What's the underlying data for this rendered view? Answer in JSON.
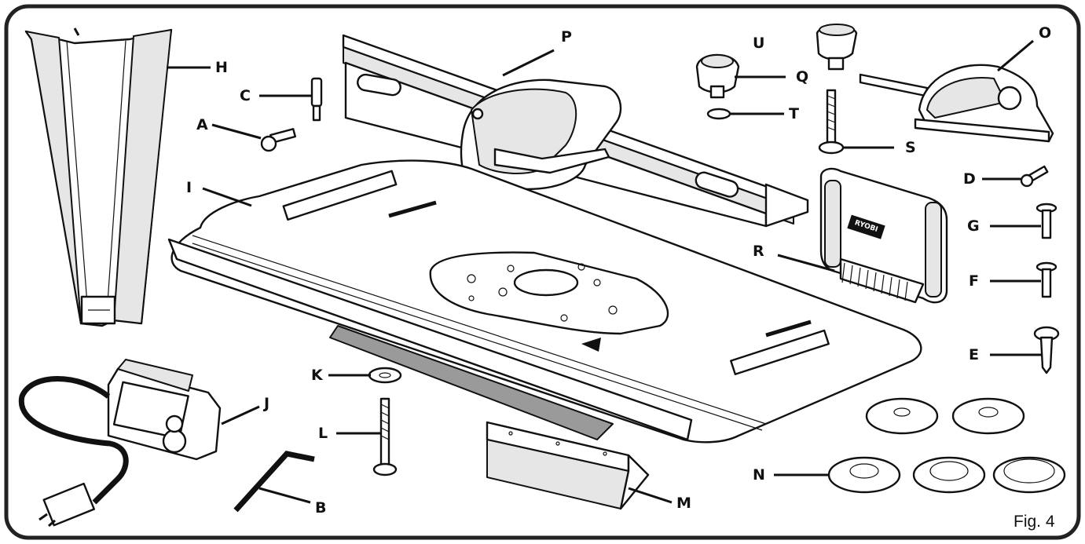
{
  "figure_caption": "Fig. 4",
  "parts": {
    "A": "A",
    "B": "B",
    "C": "C",
    "D": "D",
    "E": "E",
    "F": "F",
    "G": "G",
    "H": "H",
    "I": "I",
    "J": "J",
    "K": "K",
    "L": "L",
    "M": "M",
    "N": "N",
    "O": "O",
    "P": "P",
    "Q": "Q",
    "R": "R",
    "S": "S",
    "T": "T",
    "U": "U"
  },
  "brand_text": "RYOBI",
  "colors": {
    "line": "#111111",
    "frame": "#222222",
    "fill": "#e6e6e6",
    "dark": "#9a9a9a"
  }
}
